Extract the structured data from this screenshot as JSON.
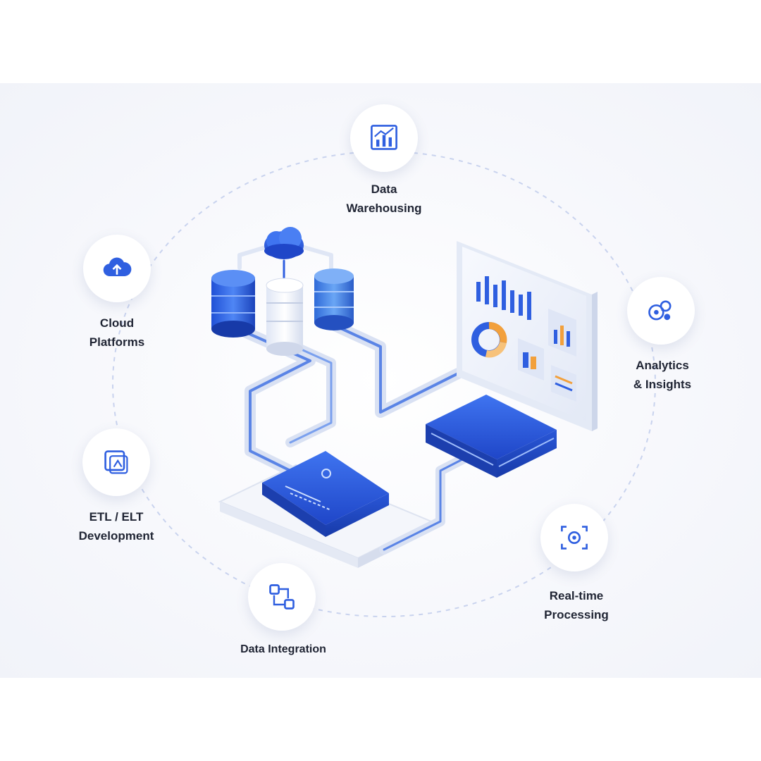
{
  "colors": {
    "accent": "#2f5fe0",
    "accent_dark": "#1f46c8",
    "text": "#1f2433",
    "orange": "#f2a03c",
    "dashed_ring": "#c9d3ee"
  },
  "services": [
    {
      "id": "data-warehousing",
      "icon": "bar-chart-icon",
      "lines": [
        "Data",
        "Warehousing"
      ]
    },
    {
      "id": "analytics-insights",
      "icon": "analytics-icon",
      "lines": [
        "Analytics",
        "& Insights"
      ]
    },
    {
      "id": "real-time-processing",
      "icon": "target-icon",
      "lines": [
        "Real-time",
        "Processing"
      ]
    },
    {
      "id": "data-integration",
      "icon": "integration-icon",
      "lines": [
        "Data Integration"
      ]
    },
    {
      "id": "etl-elt-development",
      "icon": "etl-icon",
      "lines": [
        "ETL / ELT",
        "Development"
      ]
    },
    {
      "id": "cloud-platforms",
      "icon": "cloud-upload-icon",
      "lines": [
        "Cloud",
        "Platforms"
      ]
    }
  ]
}
